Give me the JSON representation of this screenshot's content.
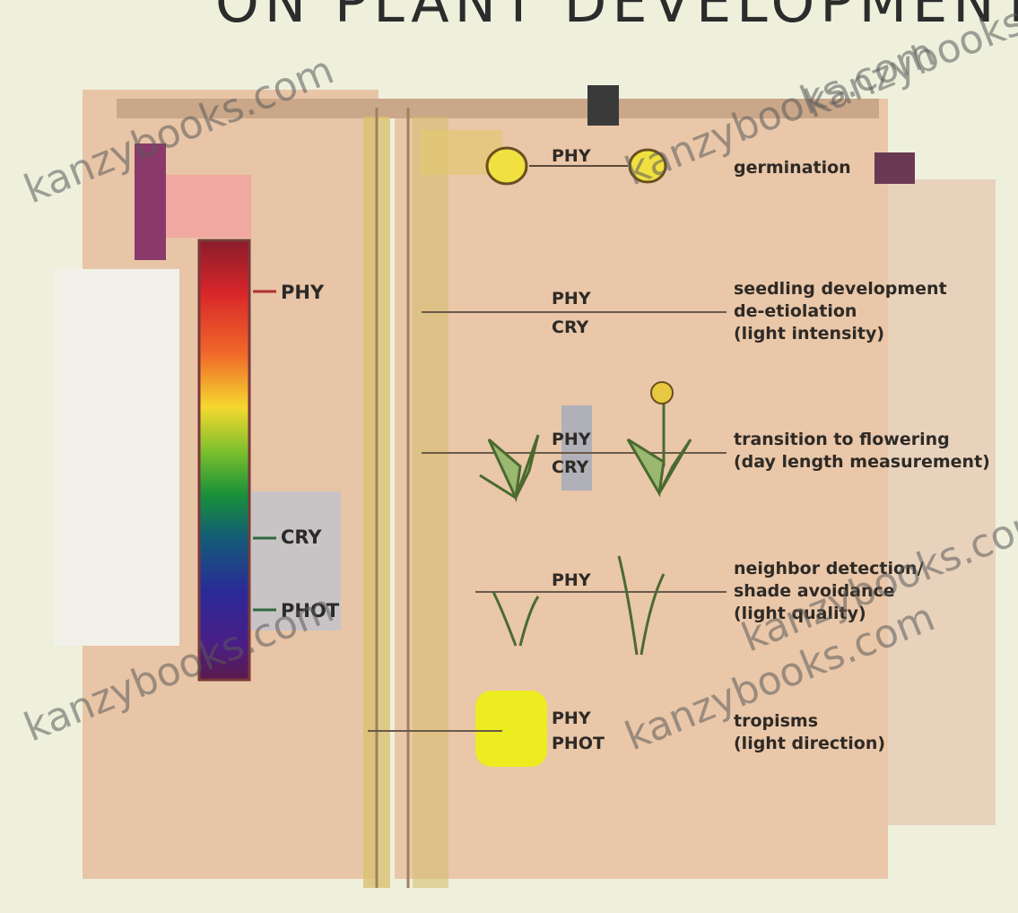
{
  "title": "ON PLANT DEVELOPMENT",
  "spectrum": {
    "labels": [
      "PHY",
      "CRY",
      "PHOT"
    ]
  },
  "photoreceptors": [
    {
      "text": "PHY"
    },
    {
      "text": "PHY"
    },
    {
      "text": "CRY"
    },
    {
      "text": "PHY"
    },
    {
      "text": "CRY"
    },
    {
      "text": "PHY"
    },
    {
      "text": "PHY"
    },
    {
      "text": "PHOT"
    }
  ],
  "processes": [
    {
      "lines": [
        "germination"
      ]
    },
    {
      "lines": [
        "seedling development",
        "de-etiolation",
        "(light intensity)"
      ]
    },
    {
      "lines": [
        "transition to flowering",
        "(day length measurement)"
      ]
    },
    {
      "lines": [
        "neighbor detection/",
        "shade avoidance",
        "(light quality)"
      ]
    },
    {
      "lines": [
        "tropisms",
        "(light direction)"
      ]
    }
  ],
  "watermarks": [
    "kanzybooks.com",
    "kanzybooks.com",
    "kanzybooks.com",
    "kanzybooks.com",
    "kanzybooks.com",
    "kanzybooks.com"
  ],
  "colors": {
    "background": "#eef0dc",
    "panel": "#e9c6a6",
    "accent_yellow": "#e6e03a",
    "text": "#2a2a2a"
  }
}
